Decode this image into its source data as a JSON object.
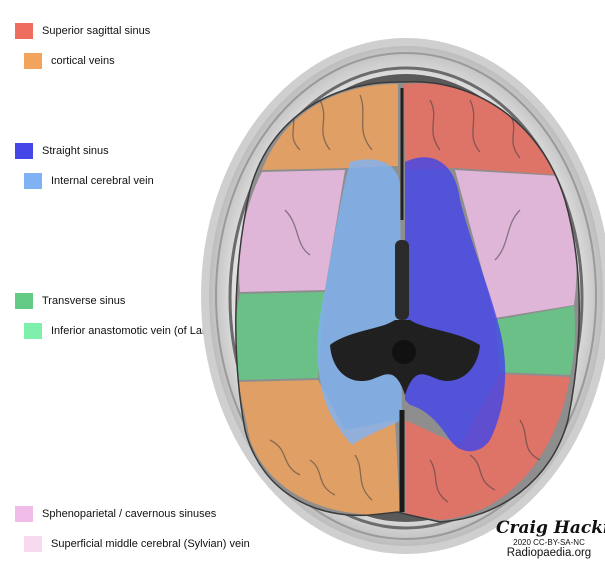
{
  "legend": [
    {
      "label": "Superior sagittal sinus",
      "color": "#ef6d5f"
    },
    {
      "label": "cortical veins",
      "color": "#f2a45c"
    },
    {
      "label": "Straight sinus",
      "color": "#4446e8"
    },
    {
      "label": "Internal cerebral vein",
      "color": "#7fb2f2"
    },
    {
      "label": "Transverse sinus",
      "color": "#63cb86"
    },
    {
      "label": "Inferior anastomotic vein (of Labbe)",
      "color": "#7ff0ac"
    },
    {
      "label": "Sphenoparietal / cavernous sinuses",
      "color": "#f0bde8"
    },
    {
      "label": "Superficial middle cerebral (Sylvian) vein",
      "color": "#f7daf0"
    }
  ],
  "credit": {
    "author": "Craig Hacking",
    "license": "2020 CC-BY-SA-NC",
    "site": "Radiopaedia.org"
  }
}
